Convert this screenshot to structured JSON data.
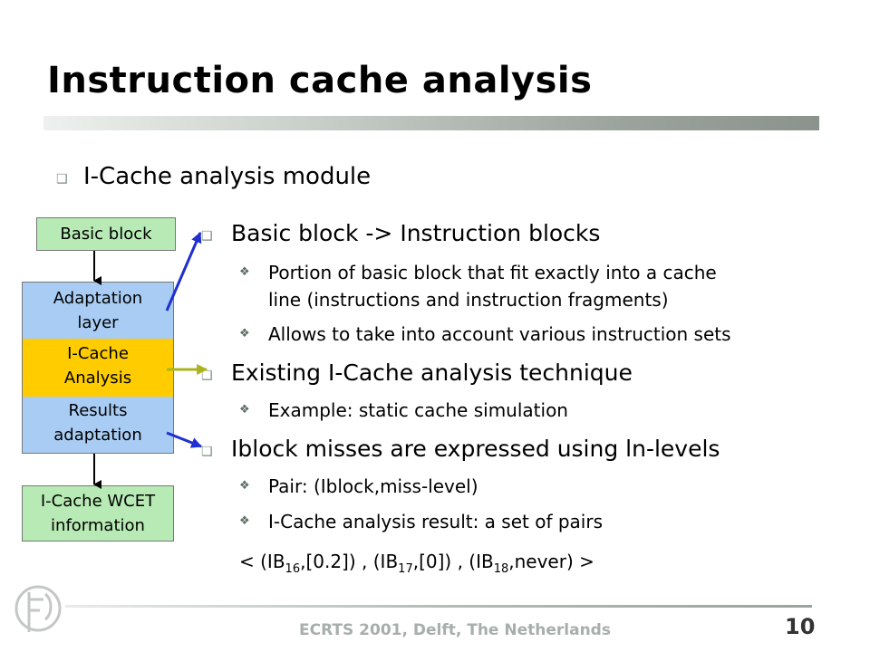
{
  "slide": {
    "title": "Instruction cache analysis",
    "module": "I-Cache analysis module",
    "items": [
      {
        "text": "Basic block -> Instruction blocks",
        "sub": [
          [
            "Portion of basic block that fit exactly into a cache",
            "line (instructions and instruction fragments)"
          ],
          [
            "Allows to take into account various instruction sets"
          ]
        ]
      },
      {
        "text": "Existing I-Cache analysis technique",
        "sub": [
          [
            "Example: static cache simulation"
          ]
        ]
      },
      {
        "text": "Iblock misses are expressed using ln-levels",
        "sub": [
          [
            "Pair: (Iblock,miss-level)"
          ],
          [
            "I-Cache analysis result: a set of pairs"
          ]
        ]
      }
    ],
    "tuple": {
      "open": "< (IB",
      "sub1": "16",
      "mid1": ",[0.2]) , (IB",
      "sub2": "17",
      "mid2": ",[0]) , (IB",
      "sub3": "18",
      "close": ",never) >"
    }
  },
  "diagram": {
    "basic_block": "Basic block",
    "adaptation": [
      "Adaptation",
      "layer"
    ],
    "icache": [
      "I-Cache",
      "Analysis"
    ],
    "results": [
      "Results",
      "adaptation"
    ],
    "wcet": [
      "I-Cache WCET",
      "information"
    ],
    "colors": {
      "green_box": "#b7eab4",
      "blue_box": "#a8ccf4",
      "yellow_box": "#ffcc00",
      "blue_arrow": "#1f2fd0",
      "olive_arrow": "#aab41e"
    }
  },
  "footer": {
    "text": "ECRTS 2001, Delft, The Netherlands",
    "page": "10"
  },
  "icons": {
    "bullet_level1": "square-bullet-icon",
    "bullet_level2": "diamond-bullet-icon",
    "logo": "university-logo-icon"
  }
}
